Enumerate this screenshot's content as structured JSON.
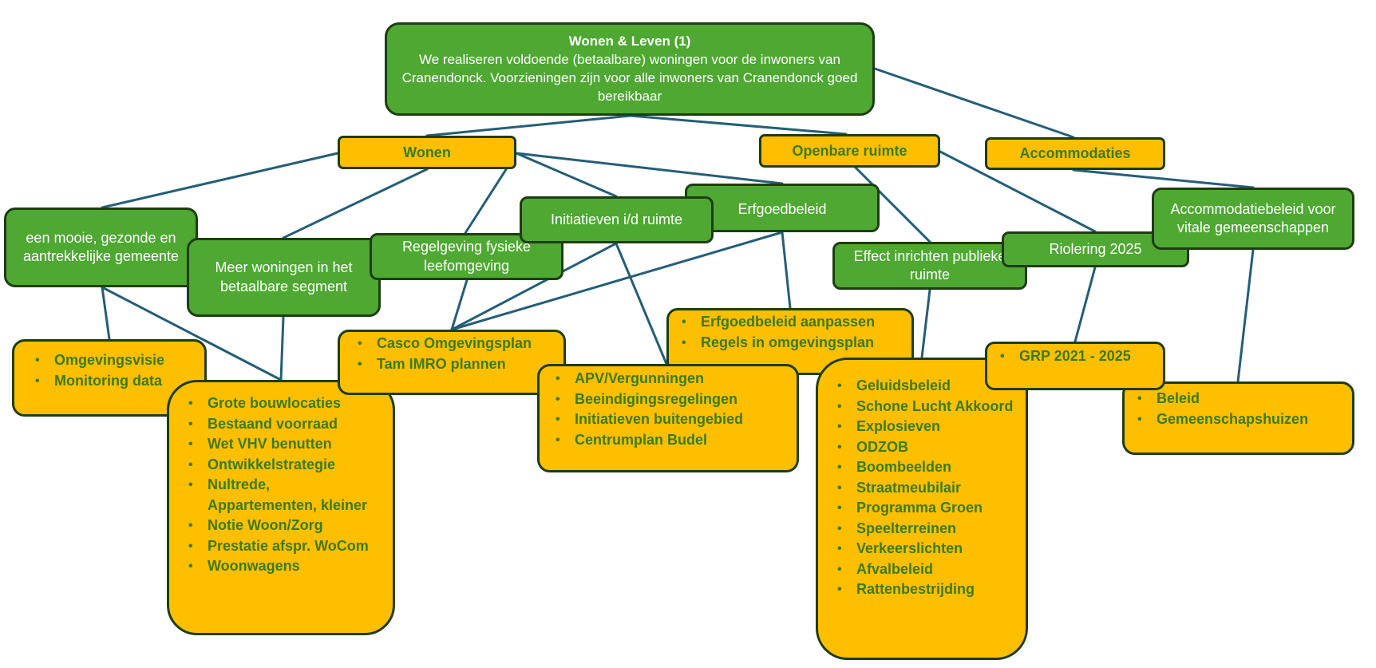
{
  "top": {
    "title": "Wonen & Leven (1)",
    "description": "We realiseren voldoende (betaalbare) woningen voor de inwoners van Cranendonck. Voorzieningen zijn voor alle inwoners van Cranendonck goed bereikbaar"
  },
  "categories": {
    "wonen": "Wonen",
    "openbare_ruimte": "Openbare ruimte",
    "accommodaties": "Accommodaties"
  },
  "themes": {
    "gezonde_gemeente": "een  mooie, gezonde en aantrekkelijke gemeente",
    "meer_woningen": "Meer woningen in het betaalbare segment",
    "regelgeving": "Regelgeving fysieke leefomgeving",
    "initiatieven": "Initiatieven i/d ruimte",
    "erfgoedbeleid": "Erfgoedbeleid",
    "effect_inrichten": "Effect inrichten publieke ruimte",
    "riolering": "Riolering 2025",
    "accommodatiebeleid": "Accommodatiebeleid voor vitale gemeenschappen"
  },
  "lists": {
    "omgevingsvisie": [
      "Omgevingsvisie",
      "Monitoring data"
    ],
    "bouwlocaties": [
      "Grote bouwlocaties",
      "Bestaand voorraad",
      "Wet VHV benutten",
      "Ontwikkelstrategie",
      "Nultrede, Appartementen, kleiner",
      "Notie Woon/Zorg",
      "Prestatie afspr. WoCom",
      "Woonwagens"
    ],
    "omgevingsplan": [
      "Casco Omgevingsplan",
      "Tam IMRO plannen"
    ],
    "apv": [
      "APV/Vergunningen",
      "Beeindigingsregelingen",
      "Initiatieven buitengebied",
      "Centrumplan Budel"
    ],
    "erfgoed": [
      "Erfgoedbeleid aanpassen",
      "Regels in omgevingsplan"
    ],
    "openbare": [
      "Geluidsbeleid",
      "Schone Lucht Akkoord",
      "Explosieven",
      "ODZOB",
      "Boombeelden",
      "Straatmeubilair",
      "Programma Groen",
      "Speelterreinen",
      "Verkeerslichten",
      "Afvalbeleid",
      "Rattenbestrijding"
    ],
    "grp": [
      "GRP  2021 - 2025"
    ],
    "beleid": [
      "Beleid",
      "Gemeenschapshuizen"
    ]
  },
  "colors": {
    "green": "#4ea832",
    "gold": "#fdbf00",
    "gold_text": "#3d7a1f",
    "border": "#1e3d12",
    "connector": "#245e78"
  }
}
